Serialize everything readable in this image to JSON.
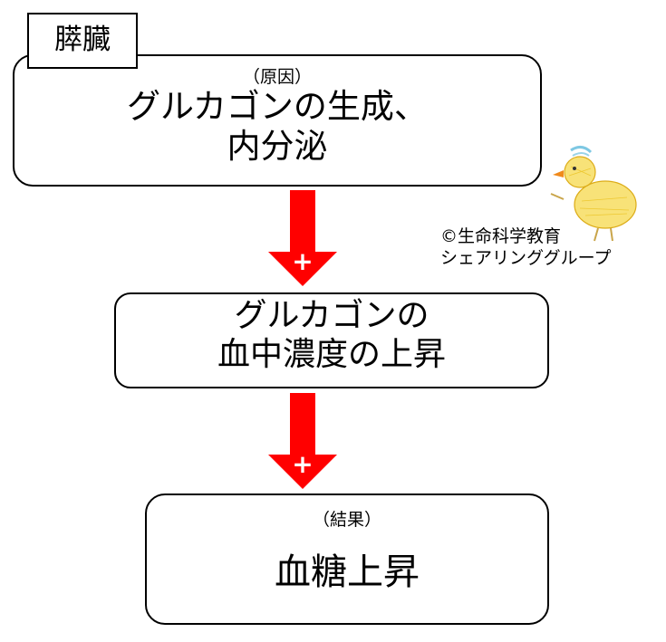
{
  "organ_label": "膵臓",
  "cause_box": {
    "tag": "（原因）",
    "lines": [
      "グルカゴンの生成、",
      "内分泌"
    ]
  },
  "middle_box": {
    "lines": [
      "グルカゴンの",
      "血中濃度の上昇"
    ]
  },
  "result_box": {
    "tag": "（結果）",
    "text": "血糖上昇"
  },
  "arrows": [
    {
      "symbol": "+",
      "color": "#ff0000"
    },
    {
      "symbol": "+",
      "color": "#ff0000"
    }
  ],
  "credit": {
    "line1": "©生命科学教育",
    "line2": "シェアリンググループ"
  },
  "mascot_icon": "chick-icon"
}
